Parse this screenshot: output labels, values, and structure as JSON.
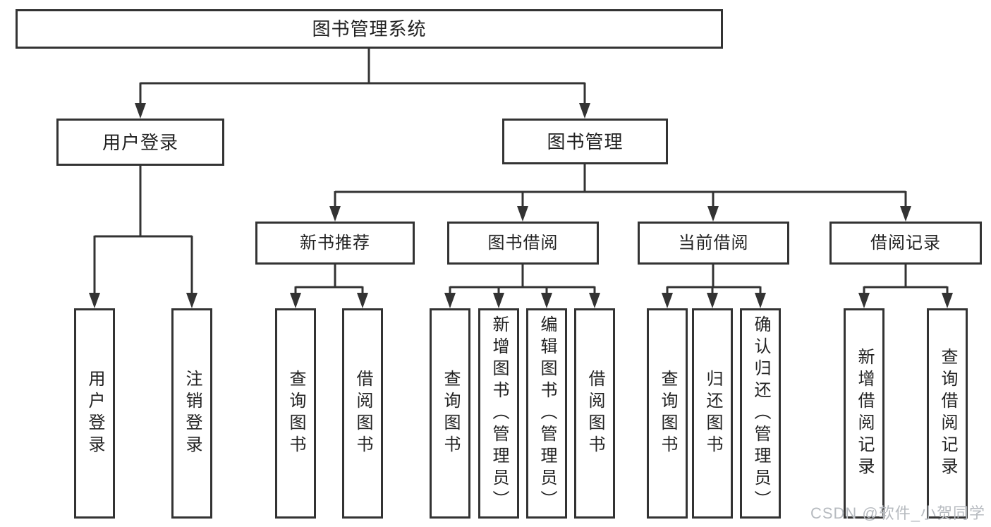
{
  "tree": {
    "label": "图书管理系统",
    "children": [
      {
        "label": "用户登录",
        "children": [
          {
            "label": "用户登录"
          },
          {
            "label": "注销登录"
          }
        ]
      },
      {
        "label": "图书管理",
        "children": [
          {
            "label": "新书推荐",
            "children": [
              {
                "label": "查询图书"
              },
              {
                "label": "借阅图书"
              }
            ]
          },
          {
            "label": "图书借阅",
            "children": [
              {
                "label": "查询图书"
              },
              {
                "label": "新增图书（管理员）"
              },
              {
                "label": "编辑图书（管理员）"
              },
              {
                "label": "借阅图书"
              }
            ]
          },
          {
            "label": "当前借阅",
            "children": [
              {
                "label": "查询图书"
              },
              {
                "label": "归还图书"
              },
              {
                "label": "确认归还（管理员）"
              }
            ]
          },
          {
            "label": "借阅记录",
            "children": [
              {
                "label": "新增借阅记录"
              },
              {
                "label": "查询借阅记录"
              }
            ]
          }
        ]
      }
    ]
  },
  "watermark": {
    "text": "CSDN @软件_小贺同学",
    "color": "#b7bbc0"
  },
  "colors": {
    "line": "#333333",
    "text": "#222222",
    "background": "#ffffff"
  }
}
